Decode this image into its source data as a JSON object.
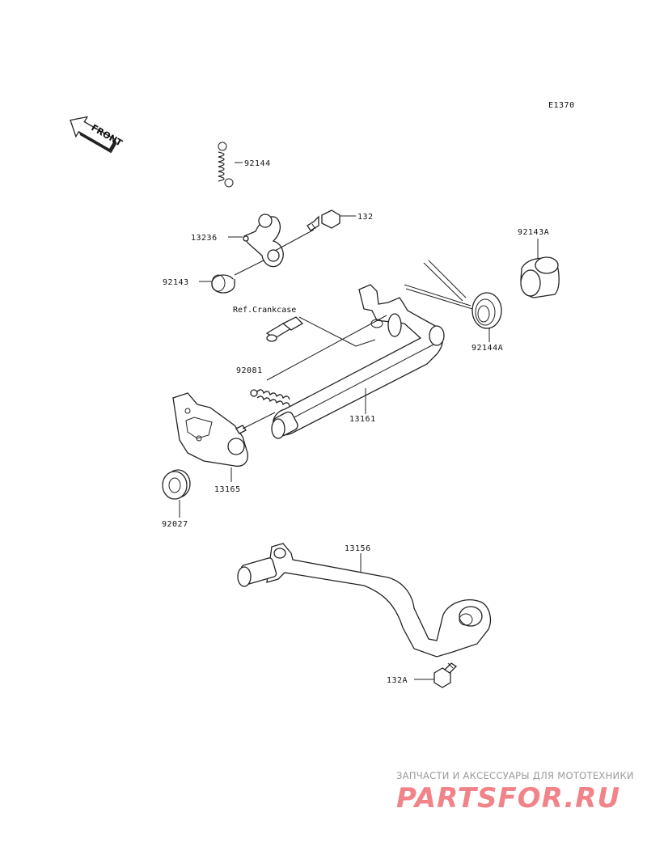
{
  "diagram": {
    "code": "E1370",
    "front_label": "FRONT",
    "ref_label": "Ref.Crankcase",
    "parts": [
      {
        "id": "92144",
        "label": "92144"
      },
      {
        "id": "132",
        "label": "132"
      },
      {
        "id": "13236",
        "label": "13236"
      },
      {
        "id": "92143",
        "label": "92143"
      },
      {
        "id": "92143A",
        "label": "92143A"
      },
      {
        "id": "92144A",
        "label": "92144A"
      },
      {
        "id": "92081",
        "label": "92081"
      },
      {
        "id": "13161",
        "label": "13161"
      },
      {
        "id": "13165",
        "label": "13165"
      },
      {
        "id": "92027",
        "label": "92027"
      },
      {
        "id": "13156",
        "label": "13156"
      },
      {
        "id": "132A",
        "label": "132A"
      }
    ]
  },
  "watermark": {
    "tagline": "ЗАПЧАСТИ И АКСЕССУАРЫ ДЛЯ МОТОТЕХНИКИ",
    "logo_text": "PARTSFOR.RU",
    "logo_color": "#e8303a"
  }
}
